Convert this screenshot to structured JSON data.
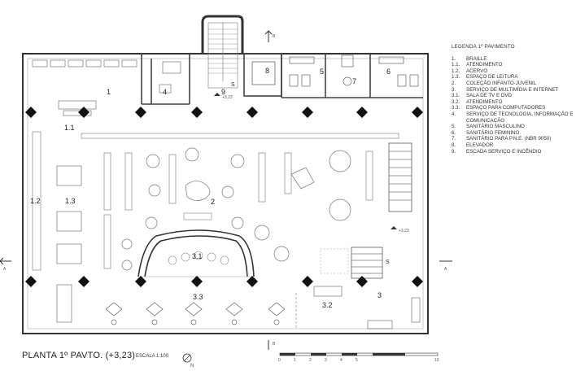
{
  "title": "PLANTA 1º PAVTO. (+3,23)",
  "scale_label": "ESCALA 1:100",
  "north_label": "N",
  "level_marker": "+3,23",
  "section_labels": {
    "a": "A",
    "b": "B"
  },
  "stair_label": "S",
  "scale_ticks": [
    "0",
    "1",
    "2",
    "3",
    "4",
    "5",
    "10"
  ],
  "room_labels": [
    "1",
    "1.1",
    "1.2",
    "1.3",
    "2",
    "3",
    "3.1",
    "3.2",
    "3.3",
    "4",
    "5",
    "6",
    "7",
    "8",
    "9"
  ],
  "legend": {
    "title": "LEGENDA 1º PAVIMENTO",
    "items": [
      {
        "code": "1.",
        "desc": "BRAILLE"
      },
      {
        "code": "1.1.",
        "desc": "ATENDIMENTO"
      },
      {
        "code": "1.2.",
        "desc": "ACERVO"
      },
      {
        "code": "1.3.",
        "desc": "ESPAÇO DE LEITURA"
      },
      {
        "code": "2.",
        "desc": "COLEÇÃO INFANTO-JUVENIL"
      },
      {
        "code": "3.",
        "desc": "SERVIÇO DE MULTIMÍDIA E INTERNET"
      },
      {
        "code": "3.1.",
        "desc": "SALA DE TV E DVD"
      },
      {
        "code": "3.2.",
        "desc": "ATENDIMENTO"
      },
      {
        "code": "3.3.",
        "desc": "ESPAÇO PARA COMPUTADORES"
      },
      {
        "code": "4.",
        "desc": "SERVIÇO DE TECNOLOGIA, INFORMAÇÃO E COMUNICAÇÃO"
      },
      {
        "code": "5.",
        "desc": "SANITÁRIO MASCULINO"
      },
      {
        "code": "6.",
        "desc": "SANITÁRIO FEMININO"
      },
      {
        "code": "7.",
        "desc": "SANITÁRIO PARA P.N.E. (NBR 9050)"
      },
      {
        "code": "8.",
        "desc": "ELEVADOR"
      },
      {
        "code": "9.",
        "desc": "ESCADA SERVIÇO E INCÊNDIO"
      }
    ]
  }
}
